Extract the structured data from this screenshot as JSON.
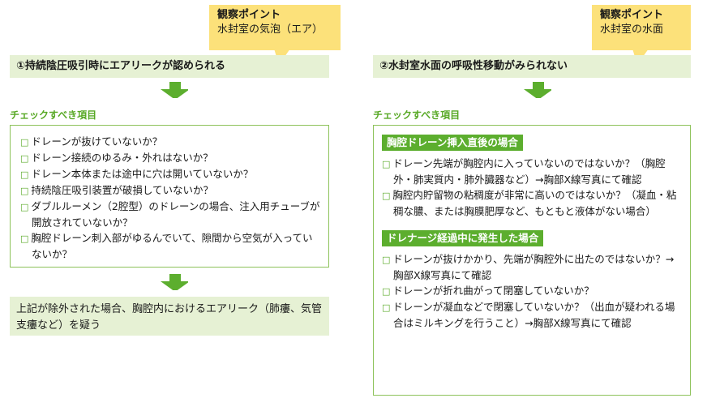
{
  "left": {
    "callout": {
      "title": "観察ポイント",
      "subtitle": "水封室の気泡（エア）"
    },
    "header": "①持続陰圧吸引時にエアリークが認められる",
    "check_label": "チェックすべき項目",
    "items": [
      "ドレーンが抜けていないか？",
      "ドレーン接続のゆるみ・外れはないか？",
      "ドレーン本体または途中に穴は開いていないか？",
      "持続陰圧吸引装置が破損していないか？",
      "ダブルルーメン（2腔型）のドレーンの場合、注入用チューブが開放されていないか？",
      "胸腔ドレーン刺入部がゆるんでいて、隙間から空気が入っていないか？"
    ],
    "conclusion": "上記が除外された場合、胸腔内におけるエアリーク（肺瘻、気管支瘻など）を疑う"
  },
  "right": {
    "callout": {
      "title": "観察ポイント",
      "subtitle": "水封室の水面"
    },
    "header": "②水封室水面の呼吸性移動がみられない",
    "check_label": "チェックすべき項目",
    "section1": {
      "title": "胸腔ドレーン挿入直後の場合",
      "items": [
        "ドレーン先端が胸腔内に入っていないのではないか？（胸腔外・肺実質内・肺外臓器など）→胸部X線写真にて確認",
        "胸腔内貯留物の粘稠度が非常に高いのではないか？（凝血・粘稠な膿、または胸膜肥厚など、もともと液体がない場合）"
      ]
    },
    "section2": {
      "title": "ドレナージ経過中に発生した場合",
      "items": [
        "ドレーンが抜けかかり、先端が胸腔外に出たのではないか？→胸部X線写真にて確認",
        "ドレーンが折れ曲がって閉塞していないか？",
        "ドレーンが凝血などで閉塞していないか？（出血が疑われる場合はミルキングを行うこと）→胸部X線写真にて確認"
      ]
    }
  },
  "colors": {
    "green": "#5cae2e",
    "light_green": "#e6f1d4",
    "callout_yellow": "#fce17a"
  }
}
